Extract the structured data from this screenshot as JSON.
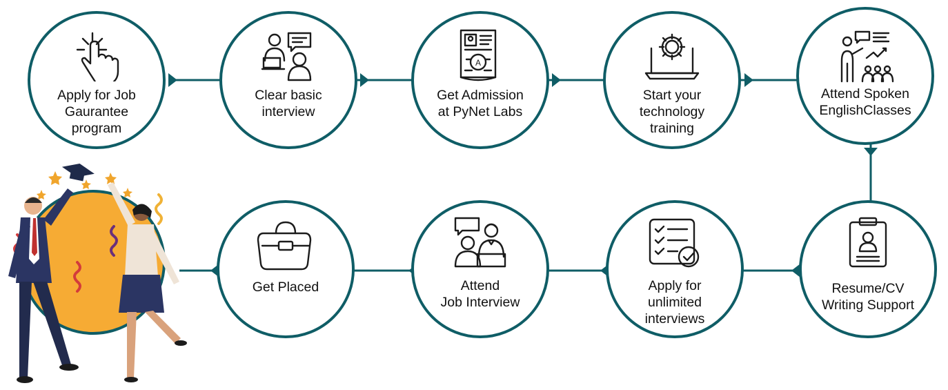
{
  "steps": [
    {
      "icon": "hand-click-icon",
      "lines": [
        "Apply for Job",
        "Gaurantee",
        "program"
      ]
    },
    {
      "icon": "interview-icon",
      "lines": [
        "Clear basic",
        "interview"
      ]
    },
    {
      "icon": "admission-certificate-icon",
      "lines": [
        "Get Admission",
        "at PyNet Labs"
      ]
    },
    {
      "icon": "laptop-gear-icon",
      "lines": [
        "Start your",
        "technology",
        "training"
      ]
    },
    {
      "icon": "presenter-class-icon",
      "lines": [
        "Attend Spoken",
        "EnglishClasses"
      ]
    },
    {
      "icon": "resume-clipboard-icon",
      "lines": [
        "Resume/CV",
        "Writing Support"
      ]
    },
    {
      "icon": "checklist-icon",
      "lines": [
        "Apply for",
        "unlimited",
        "interviews"
      ]
    },
    {
      "icon": "job-interview-icon",
      "lines": [
        "Attend",
        "Job Interview"
      ]
    },
    {
      "icon": "briefcase-bag-icon",
      "lines": [
        "Get Placed"
      ]
    }
  ],
  "illustration": {
    "icon": "celebrating-graduates-icon"
  },
  "colors": {
    "ring": "#0f5d66",
    "accent": "#f6ab34",
    "text": "#111111"
  }
}
